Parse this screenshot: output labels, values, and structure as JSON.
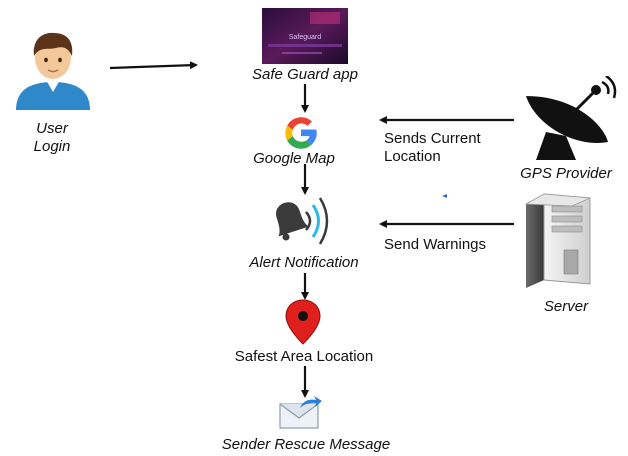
{
  "nodes": {
    "user": {
      "line1": "User",
      "line2": "Login"
    },
    "app": {
      "label": "Safe Guard app",
      "screen_text": "Safeguard"
    },
    "google_map": {
      "label": "Google Map"
    },
    "alert": {
      "label": "Alert Notification"
    },
    "safest_area": {
      "label": "Safest Area Location"
    },
    "rescue": {
      "label": "Sender Rescue Message"
    },
    "gps": {
      "label": "GPS Provider"
    },
    "server": {
      "label": "Server"
    }
  },
  "edges": {
    "gps_to_map": {
      "line1": "Sends Current",
      "line2": "Location"
    },
    "server_to_alert": {
      "label": "Send Warnings"
    }
  },
  "colors": {
    "google_blue": "#4285F4",
    "google_red": "#EA4335",
    "google_yellow": "#FBBC05",
    "google_green": "#34A853",
    "pin_red": "#e0201c",
    "bell": "#3b3b3b",
    "wave": "#2db9e8"
  },
  "icons": [
    "user-avatar-icon",
    "app-screenshot",
    "google-logo-icon",
    "bell-alert-icon",
    "map-pin-icon",
    "envelope-icon",
    "satellite-dish-icon",
    "server-tower-icon"
  ]
}
